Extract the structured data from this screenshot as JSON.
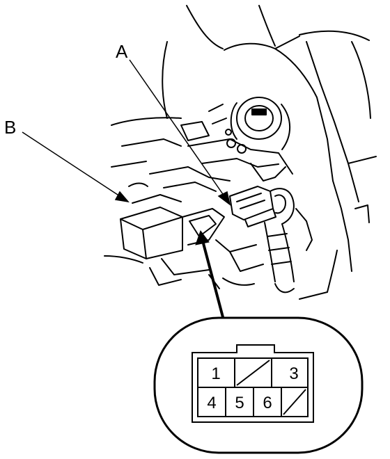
{
  "callouts": {
    "a": "A",
    "b": "B"
  },
  "connector_pins": {
    "p1": "1",
    "p3": "3",
    "p4": "4",
    "p5": "5",
    "p6": "6"
  },
  "colors": {
    "line": "#000000",
    "background": "#ffffff"
  }
}
